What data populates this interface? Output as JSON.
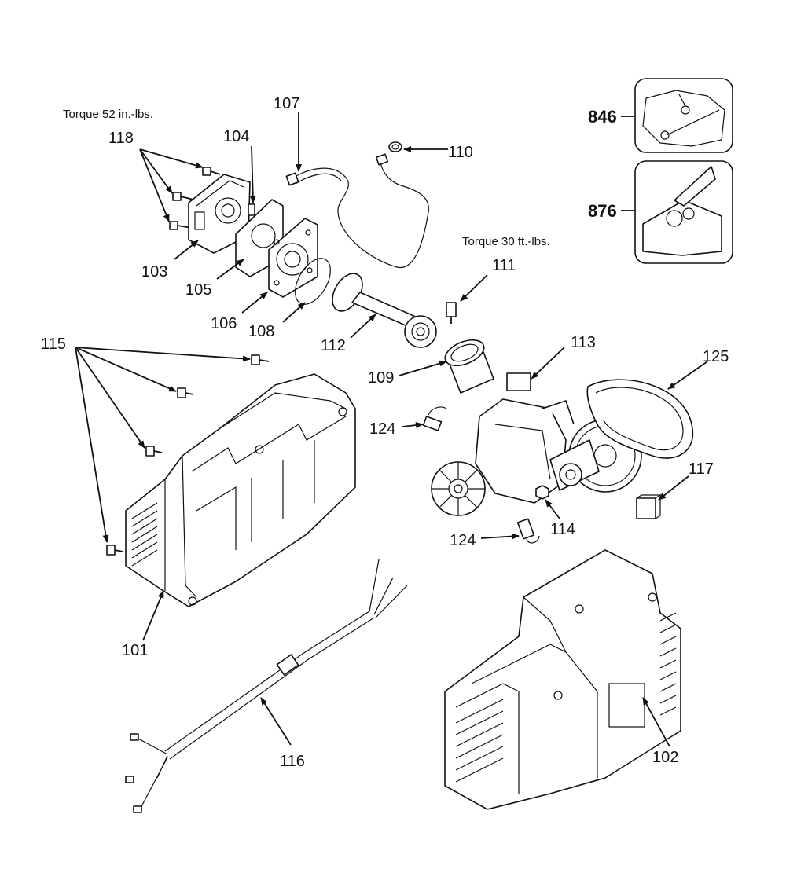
{
  "notes": {
    "torque_head": "Torque 52 in.-lbs.",
    "torque_rod": "Torque 30 ft.-lbs."
  },
  "callouts": {
    "p101": "101",
    "p102": "102",
    "p103": "103",
    "p104": "104",
    "p105": "105",
    "p106": "106",
    "p107": "107",
    "p108": "108",
    "p109": "109",
    "p110": "110",
    "p111": "111",
    "p112": "112",
    "p113": "113",
    "p114": "114",
    "p115": "115",
    "p116": "116",
    "p117": "117",
    "p118": "118",
    "p124a": "124",
    "p124b": "124",
    "p125": "125",
    "p846": "846",
    "p876": "876"
  }
}
